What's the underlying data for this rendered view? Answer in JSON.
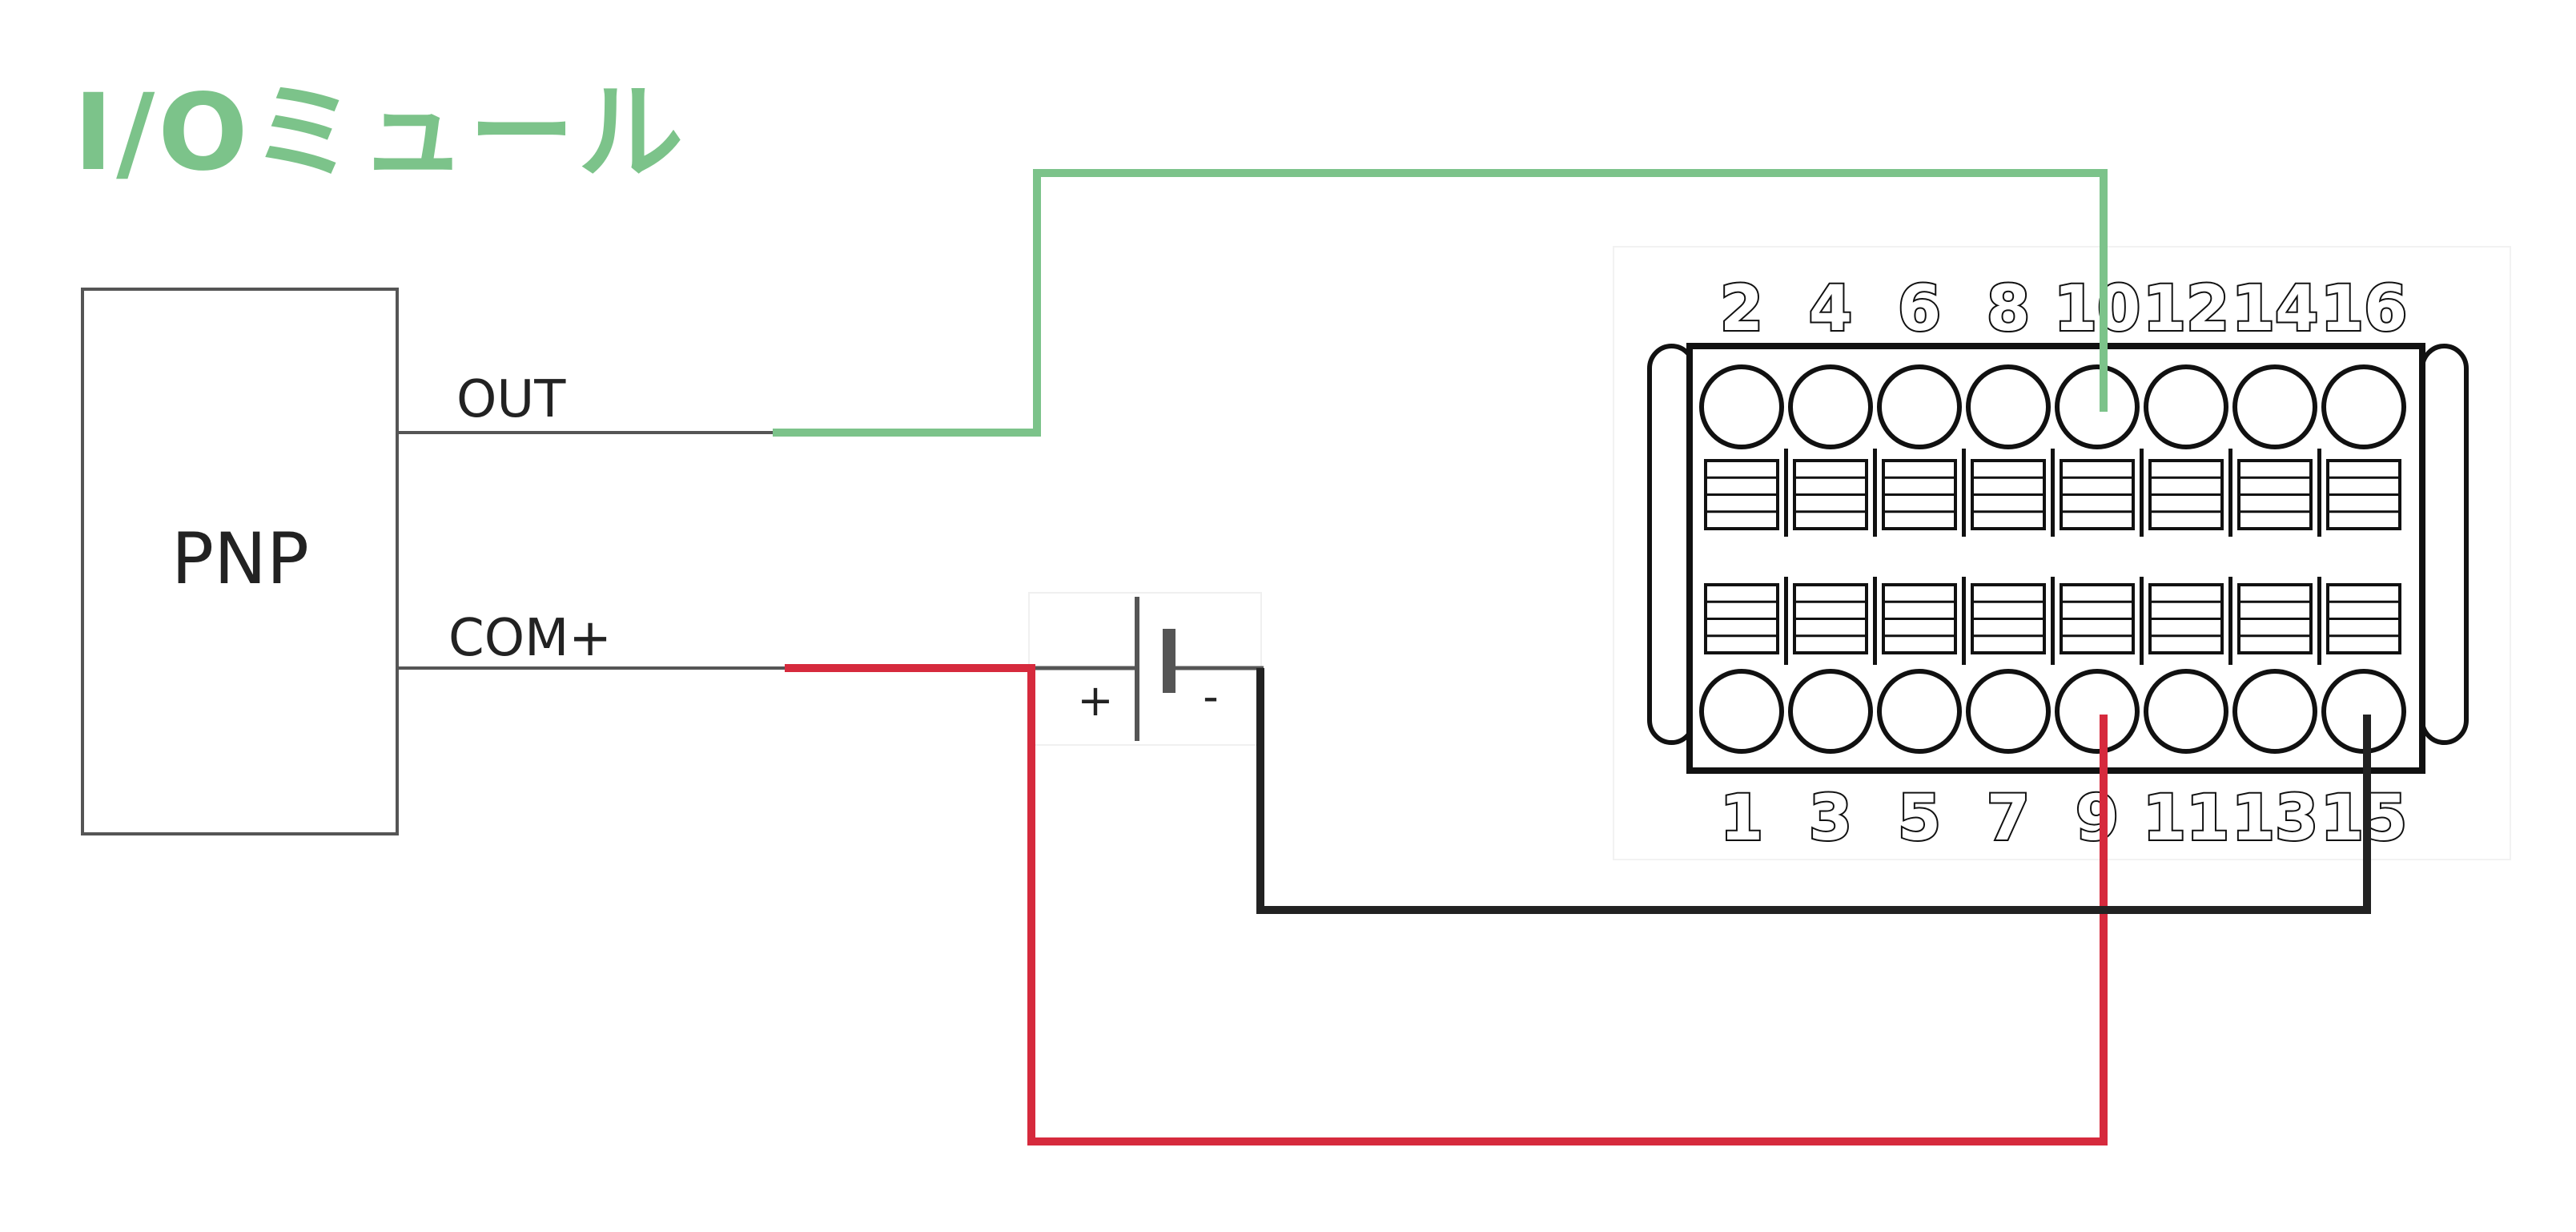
{
  "title": "I/Oミュール",
  "device": {
    "label": "PNP",
    "out_label": "OUT",
    "com_label": "COM+"
  },
  "battery": {
    "plus_label": "+",
    "minus_label": "-"
  },
  "terminal_block": {
    "top_pins": [
      "2",
      "4",
      "6",
      "8",
      "10",
      "12",
      "14",
      "16"
    ],
    "bottom_pins": [
      "1",
      "3",
      "5",
      "7",
      "9",
      "11",
      "13",
      "15"
    ]
  },
  "colors": {
    "title": "#7cc38a",
    "out_wire": "#7cc38a",
    "power_wire": "#d62a3d",
    "ground_wire": "#222222",
    "outline": "#555555",
    "terminal": "#111111"
  }
}
